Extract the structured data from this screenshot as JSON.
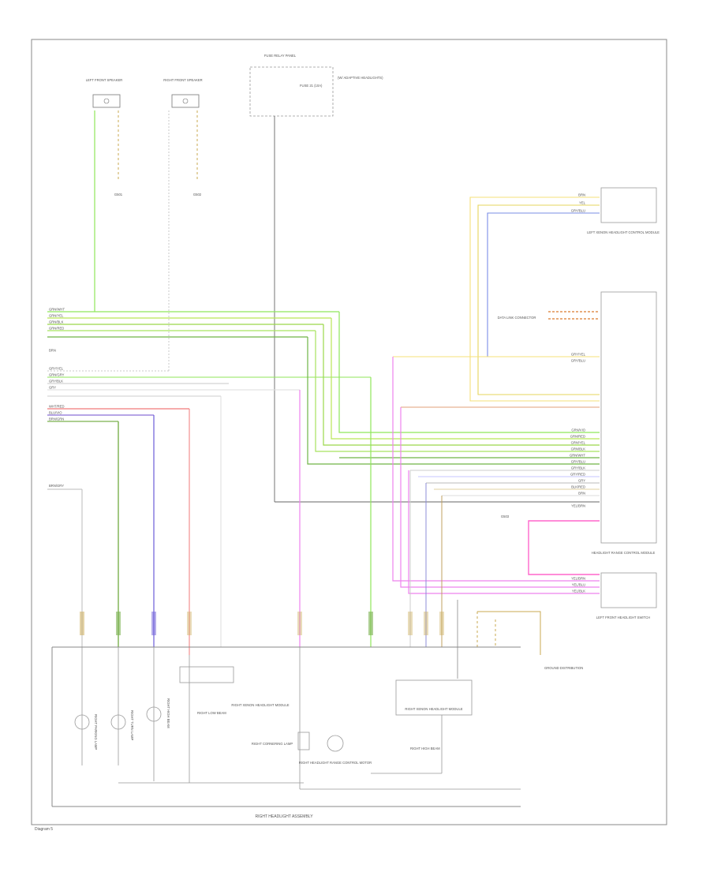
{
  "diagram": {
    "assembly_label": "RIGHT HEADLIGHT ASSEMBLY",
    "corner_label": "Diagram 5",
    "components": {
      "left_front_speaker_sensor": "LEFT FRONT SPEAKER",
      "right_front_speaker_sensor": "RIGHT FRONT SPEAKER",
      "fuse_relay_top": "FUSE RELAY PANEL",
      "fuse_label": "FUSE 21 (10A)",
      "fuse_note": "(W/ ADAPTIVE HEADLIGHTS)",
      "ground_left": "G501",
      "ground_mid": "G502",
      "right_connector_top": "LEFT XENON HEADLIGHT CONTROL MODULE",
      "right_connector_mid": "HEADLIGHT RANGE CONTROL MODULE",
      "right_connector_bottom": "LEFT FRONT HEADLIGHT SWITCH",
      "data_link": "DATA LINK CONNECTOR",
      "ground_right": "G503",
      "right_ground_bottom": "GROUND DISTRIBUTION",
      "headlight_motor": "RIGHT HEADLIGHT RANGE CONTROL MOTOR",
      "xenon_module": "RIGHT XENON HEADLIGHT MODULE",
      "cornering_lamp": "RIGHT CORNERING LAMP",
      "high_beam": "RIGHT HIGH BEAM",
      "low_beam": "RIGHT LOW BEAM",
      "parking_lamp": "RIGHT PARKING LAMP",
      "turn_lamp": "RIGHT TURN LAMP"
    },
    "wire_labels": {
      "left_bus": [
        "GRN/WHT",
        "GRN/YEL",
        "GRN/BLK",
        "GRN/RED",
        "",
        "BRN",
        "",
        "GRY/YEL",
        "GRN/GRY",
        "GRY/BLK",
        "GRY",
        "WHT/RED",
        "BLU/VIO",
        "BRN/GRN"
      ],
      "top_right": [
        "BRN",
        "YEL",
        "GRY/BLU"
      ],
      "mid_right": [
        "GRY/YEL",
        "GRY/BLU",
        "GRN/VIO",
        "GRN/RED",
        "GRN/YEL",
        "GRN/BLK",
        "GRN/WHT",
        "GRY/BLU",
        "GRY/BLK",
        "GRY/RED",
        "GRY",
        "BLK/RED",
        "BRN",
        "YEL/BRN"
      ],
      "bottom_right": [
        "YEL/BRN",
        "YEL/BLU",
        "YEL/BLK"
      ],
      "left_standalone": "BRN/GRY"
    }
  }
}
